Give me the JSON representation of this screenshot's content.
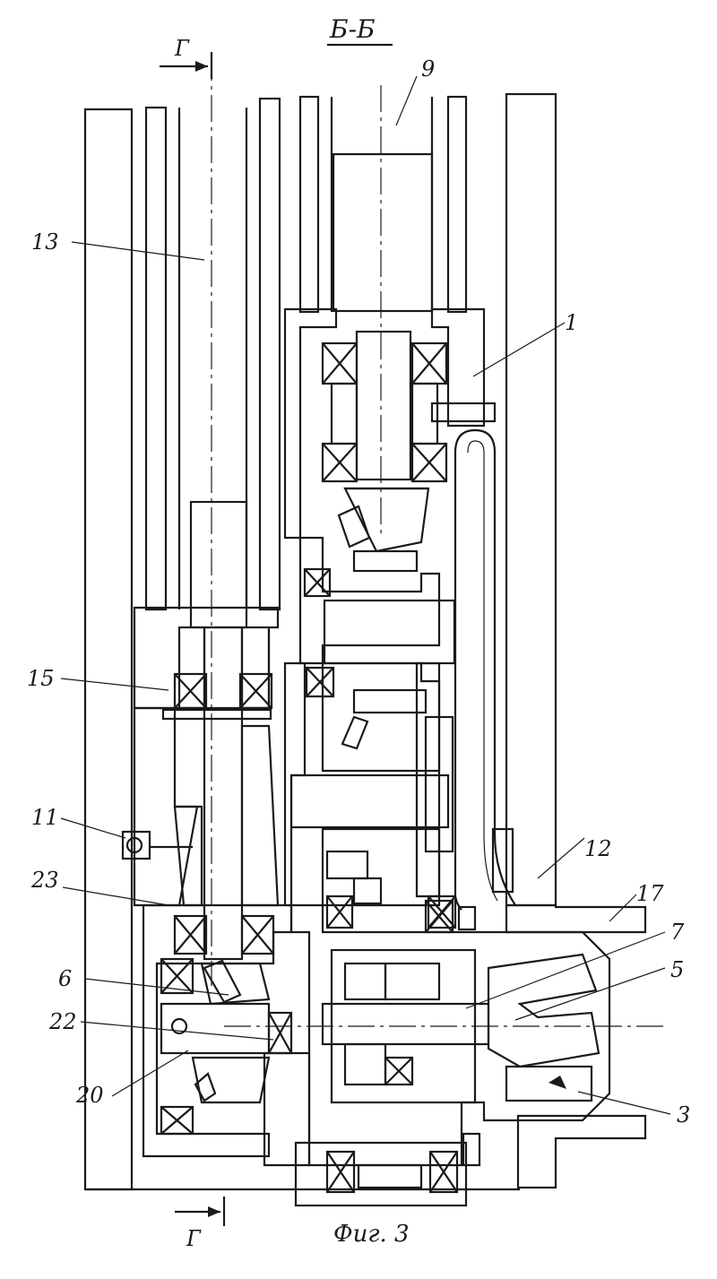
{
  "section_title": "Б-Б",
  "cut_marker_top": "Г",
  "cut_marker_bottom": "Г",
  "caption": "Фиг. 3",
  "labels": {
    "l9": "9",
    "l13": "13",
    "l1": "1",
    "l15": "15",
    "l11": "11",
    "l23": "23",
    "l12": "12",
    "l17": "17",
    "l7": "7",
    "l5": "5",
    "l6": "6",
    "l22": "22",
    "l20": "20",
    "l3": "3"
  }
}
